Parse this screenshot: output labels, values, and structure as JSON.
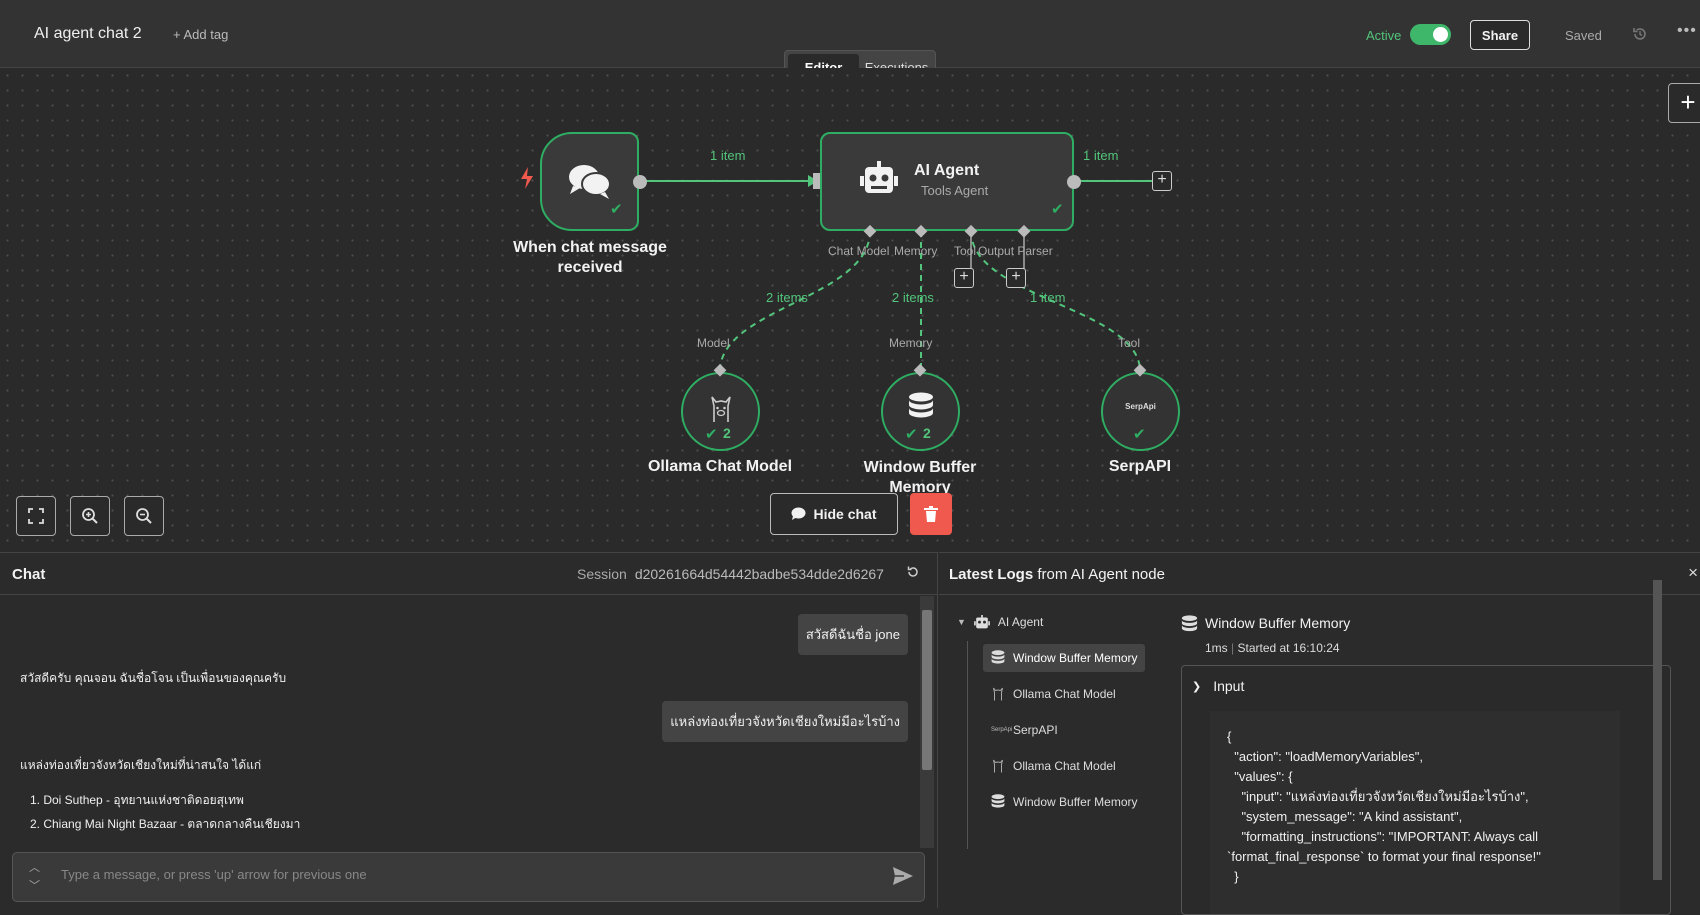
{
  "header": {
    "workflow_title": "AI agent chat 2",
    "add_tag_label": "+ Add tag",
    "active_label": "Active",
    "active": true,
    "share_label": "Share",
    "saved_label": "Saved",
    "tabs": [
      {
        "label": "Editor",
        "selected": true
      },
      {
        "label": "Executions",
        "selected": false
      }
    ]
  },
  "canvas": {
    "nodes": {
      "trigger": {
        "label": "When chat message received",
        "icon": "chat-bubbles-icon"
      },
      "agent": {
        "title": "AI Agent",
        "subtitle": "Tools Agent",
        "icon": "robot-icon"
      },
      "ollama": {
        "label": "Ollama Chat Model",
        "badge_count": "2",
        "icon": "llama-icon"
      },
      "memory": {
        "label": "Window Buffer Memory",
        "badge_count": "2",
        "icon": "database-icon"
      },
      "serp": {
        "label": "SerpAPI",
        "icon_text": "SerpApi"
      }
    },
    "connectors": {
      "chat_model": "Chat Model",
      "memory": "Memory",
      "tool": "Tool",
      "output_parser": "Output Parser",
      "model_input": "Model",
      "memory_input": "Memory",
      "tool_input": "Tool"
    },
    "edges": {
      "trigger_to_agent": "1 item",
      "agent_out": "1 item",
      "model_items": "2 items",
      "memory_items": "2 items",
      "tool_items": "1 item"
    },
    "hide_chat_label": "Hide chat"
  },
  "chat": {
    "title": "Chat",
    "session_label": "Session",
    "session_id": "d20261664d54442badbe534dde2d6267",
    "messages": [
      {
        "role": "user",
        "text": "สวัสดีฉันชื่อ jone"
      },
      {
        "role": "bot",
        "text": "สวัสดีครับ คุณจอน ฉันชื่อโจน เป็นเพื่อนของคุณครับ"
      },
      {
        "role": "user",
        "text": "แหล่งท่องเที่ยวจังหวัดเชียงใหม่มีอะไรบ้าง"
      },
      {
        "role": "bot",
        "text": "แหล่งท่องเที่ยวจังหวัดเชียงใหม่ที่น่าสนใจ ได้แก่"
      }
    ],
    "list": [
      "1. Doi Suthep - อุทยานแห่งชาติดอยสุเทพ",
      "2. Chiang Mai Night Bazaar - ตลาดกลางคืนเชียงมา"
    ],
    "input_placeholder": "Type a message, or press 'up' arrow for previous one"
  },
  "logs": {
    "title_bold": "Latest Logs",
    "title_rest": " from AI Agent node",
    "tree": [
      {
        "label": "AI Agent",
        "icon": "robot-icon",
        "selected": false
      },
      {
        "label": "Window Buffer Memory",
        "icon": "database-icon",
        "selected": true
      },
      {
        "label": "Ollama Chat Model",
        "icon": "llama-icon",
        "selected": false
      },
      {
        "label": "SerpAPI",
        "icon": "serpapi-icon",
        "icon_text": "SerpApi",
        "selected": false
      },
      {
        "label": "Ollama Chat Model",
        "icon": "llama-icon",
        "selected": false
      },
      {
        "label": "Window Buffer Memory",
        "icon": "database-icon",
        "selected": false
      }
    ],
    "detail": {
      "title": "Window Buffer Memory",
      "duration": "1ms",
      "started": "Started at 16:10:24",
      "input_label": "Input",
      "json_lines": [
        "{",
        "  \"action\": \"loadMemoryVariables\",",
        "  \"values\": {",
        "    \"input\": \"แหล่งท่องเที่ยวจังหวัดเชียงใหม่มีอะไรบ้าง\",",
        "    \"system_message\": \"A kind assistant\",",
        "    \"formatting_instructions\": \"IMPORTANT: Always call",
        "`format_final_response` to format your final response!\"",
        "  }"
      ]
    }
  },
  "colors": {
    "accent_green": "#2fae63",
    "danger": "#f05a4e",
    "background": "#2a2a2a"
  }
}
